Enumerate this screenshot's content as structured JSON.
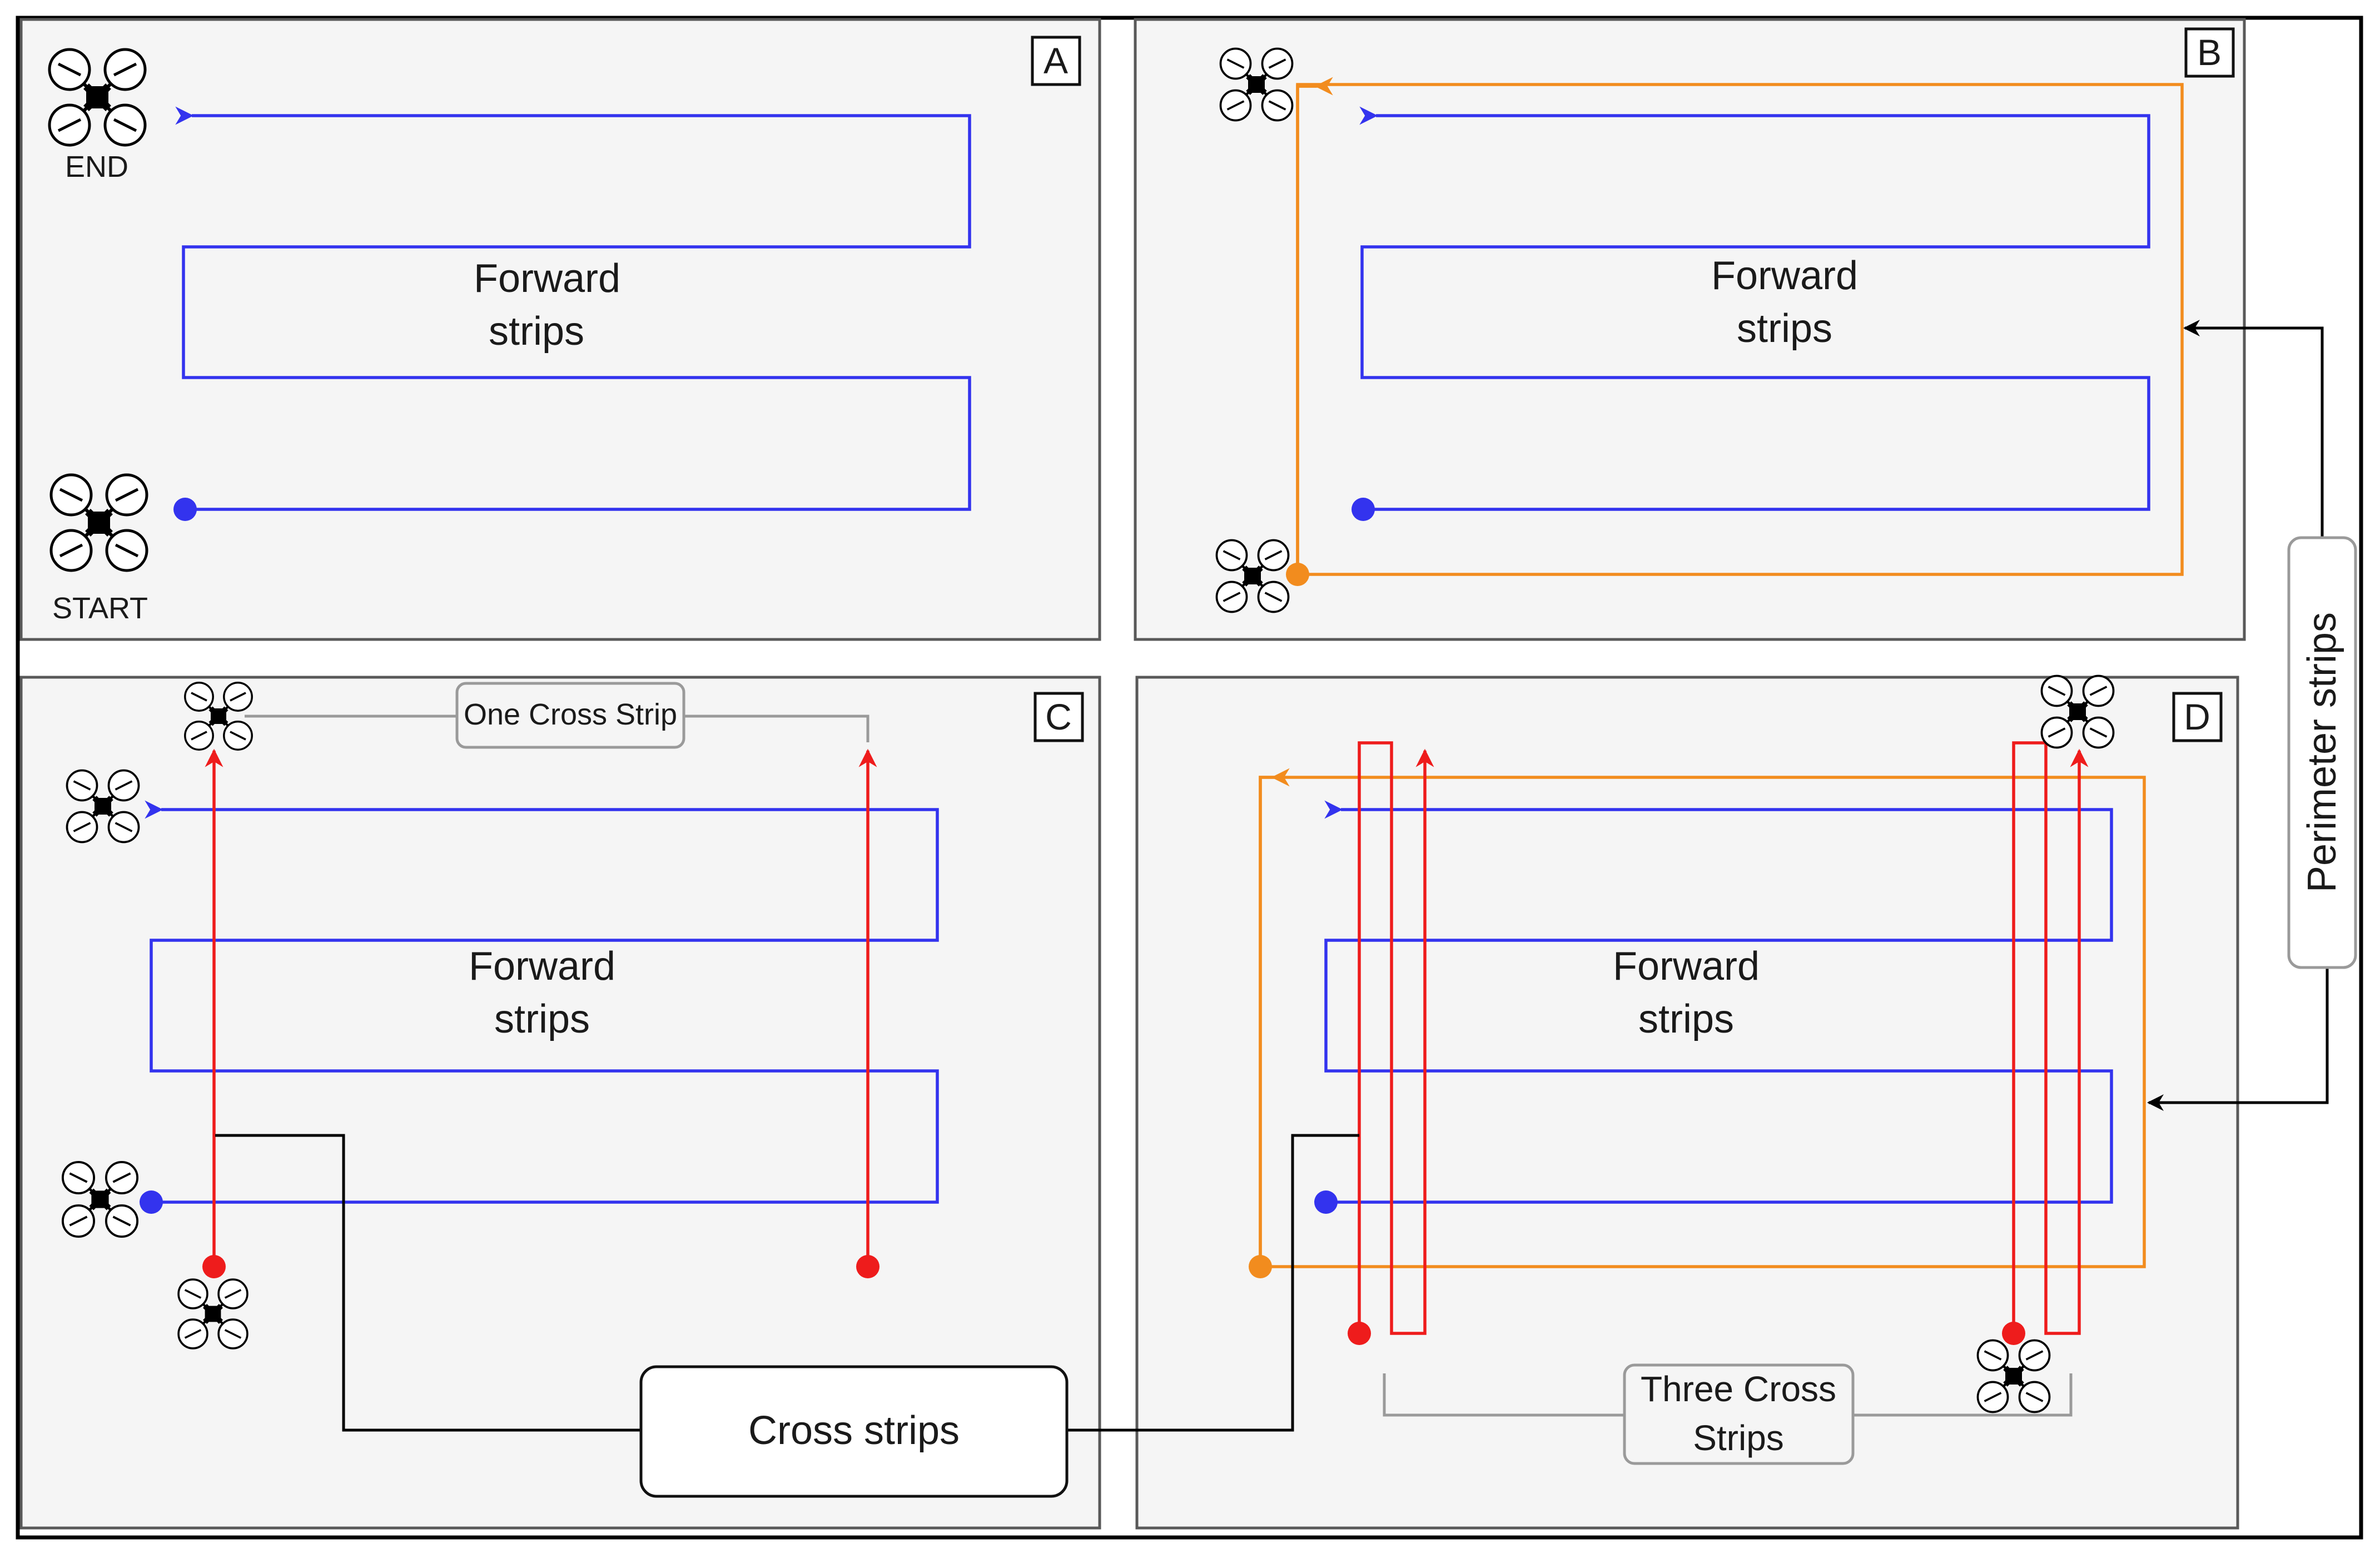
{
  "panels": {
    "A": {
      "letter": "A",
      "forward_label_1": "Forward",
      "forward_label_2": "strips",
      "end_label": "END",
      "start_label": "START"
    },
    "B": {
      "letter": "B",
      "forward_label_1": "Forward",
      "forward_label_2": "strips"
    },
    "C": {
      "letter": "C",
      "forward_label_1": "Forward",
      "forward_label_2": "strips",
      "cross_callout": "One Cross Strip"
    },
    "D": {
      "letter": "D",
      "forward_label_1": "Forward",
      "forward_label_2": "strips",
      "cross_callout_1": "Three Cross",
      "cross_callout_2": "Strips"
    }
  },
  "callouts": {
    "cross_strips": "Cross strips",
    "perimeter_strips": "Perimeter strips"
  },
  "colors": {
    "forward_strip": "#3333ee",
    "perimeter_strip": "#f28c1e",
    "cross_strip": "#ee1c1c",
    "connector": "#000000",
    "callout_connector": "#9a9a9a",
    "panel_background": "#f5f5f5"
  },
  "icons": [
    "quadcopter-drone-icon",
    "start-point-dot",
    "arrow-head"
  ]
}
